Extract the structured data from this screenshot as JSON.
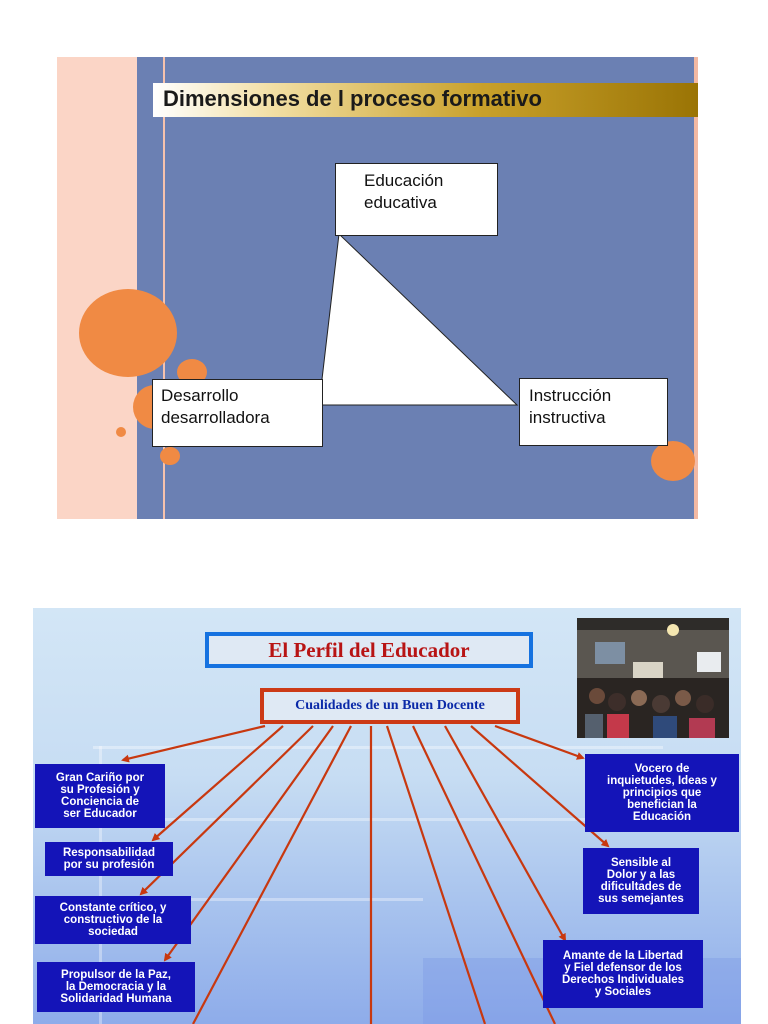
{
  "slide1": {
    "title": "Dimensiones de l proceso formativo",
    "top_box": {
      "line1": "Educación",
      "line2": "educativa"
    },
    "left_box": {
      "line1": "Desarrollo",
      "line2": "desarrolladora"
    },
    "right_box": {
      "line1": "Instrucción",
      "line2": "instructiva"
    },
    "colors": {
      "background": "#6b80b3",
      "accent": "#f08a44",
      "title_gold": "#c9a12b"
    }
  },
  "slide2": {
    "title": "El Perfil del Educador",
    "subtitle": "Cualidades de un Buen Docente",
    "left_items": [
      {
        "lines": [
          "Gran Cariño por",
          "su Profesión y",
          "Conciencia de",
          "ser Educador"
        ]
      },
      {
        "lines": [
          "Responsabilidad",
          "por su profesión"
        ]
      },
      {
        "lines": [
          "Constante crítico, y",
          "constructivo de la",
          "sociedad"
        ]
      },
      {
        "lines": [
          "Propulsor de la Paz,",
          "la Democracia y la",
          "Solidaridad Humana"
        ]
      }
    ],
    "right_items": [
      {
        "lines": [
          "Vocero de",
          "inquietudes, Ideas y",
          "principios que",
          "benefician la",
          "Educación"
        ]
      },
      {
        "lines": [
          "Sensible al",
          "Dolor y a las",
          "dificultades de",
          "sus semejantes"
        ]
      },
      {
        "lines": [
          "Amante de la Libertad",
          "y Fiel defensor de los",
          "Derechos Individuales",
          "y Sociales"
        ]
      }
    ],
    "colors": {
      "title_border": "#1572e0",
      "subtitle_border": "#cc3a16",
      "box_fill": "#1414b8",
      "arrow": "#c8380f"
    }
  }
}
